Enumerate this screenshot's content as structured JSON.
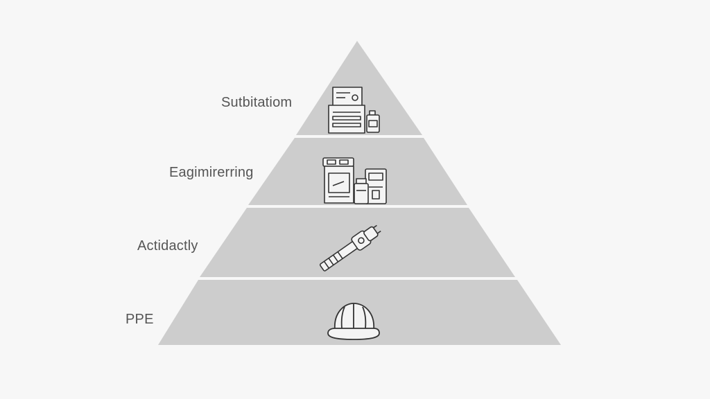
{
  "diagram": {
    "tiers": [
      {
        "label": "Sutbitatiom",
        "icon": "documents-and-bottle-icon"
      },
      {
        "label": "Eagimirerring",
        "icon": "machine-and-containers-icon"
      },
      {
        "label": "Actidactly",
        "icon": "wrench-tool-icon"
      },
      {
        "label": "PPE",
        "icon": "hard-hat-icon"
      }
    ],
    "colors": {
      "background": "#f7f7f7",
      "tier_fill": "#cdcdcd",
      "separator": "#ffffff",
      "label_text": "#555555",
      "icon_stroke": "#333333",
      "icon_fill": "#f4f4f4"
    }
  }
}
